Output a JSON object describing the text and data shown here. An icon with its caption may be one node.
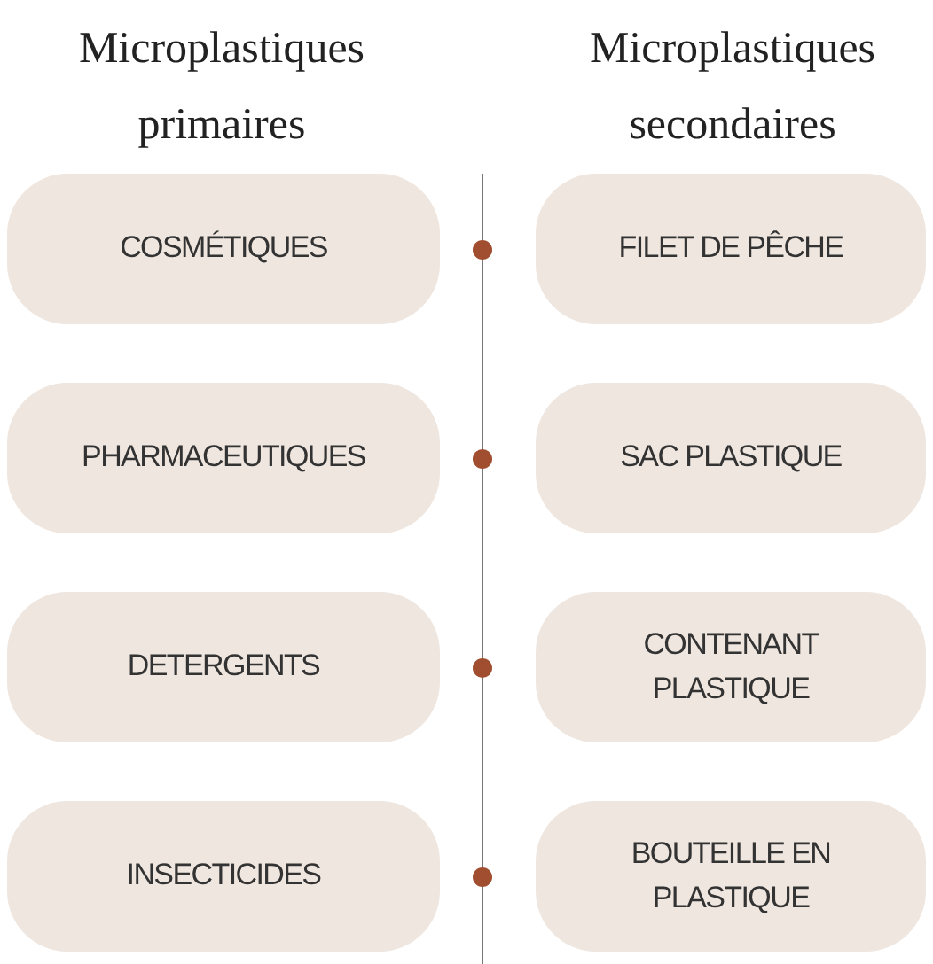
{
  "diagram": {
    "nodes": [
      {
        "text": [
          "COSMÉTIQUES"
        ]
      },
      {
        "text": [
          "FILET DE PÊCHE"
        ]
      },
      {
        "text": [
          "PHARMACEUTIQUES"
        ]
      },
      {
        "text": [
          "SAC PLASTIQUE"
        ]
      },
      {
        "text": [
          "DETERGENTS"
        ]
      },
      {
        "text": [
          "CONTENANT PLASTIQUE"
        ]
      },
      {
        "text": [
          "INSECTICIDES"
        ]
      },
      {
        "text": [
          "BOUTEILLE EN PLASTIQUE"
        ]
      }
    ],
    "labels": [
      "Microplastiques primaires",
      "Microplastiques secondaires"
    ]
  }
}
